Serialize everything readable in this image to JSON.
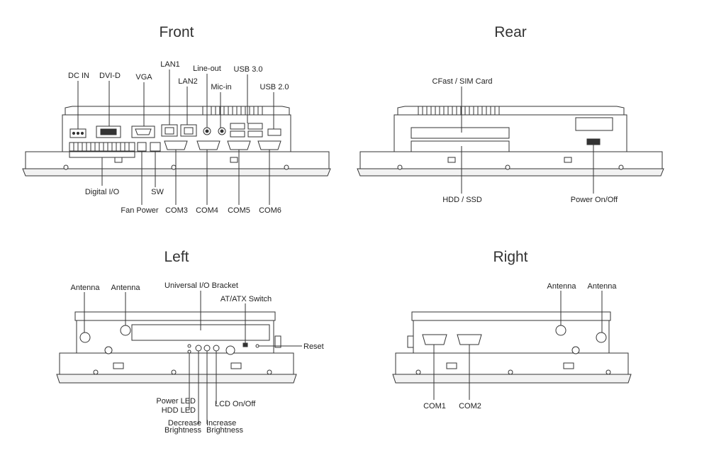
{
  "views": {
    "front": {
      "title": "Front",
      "labels": {
        "dc_in": "DC IN",
        "dvi_d": "DVI-D",
        "vga": "VGA",
        "lan1": "LAN1",
        "lan2": "LAN2",
        "line_out": "Line-out",
        "mic_in": "Mic-in",
        "usb3": "USB 3.0",
        "usb2": "USB 2.0",
        "digital_io": "Digital I/O",
        "fan_power": "Fan Power",
        "sw": "SW",
        "com3": "COM3",
        "com4": "COM4",
        "com5": "COM5",
        "com6": "COM6"
      }
    },
    "rear": {
      "title": "Rear",
      "labels": {
        "cfast_sim": "CFast / SIM Card",
        "hdd_ssd": "HDD / SSD",
        "power_onoff": "Power On/Off"
      }
    },
    "left": {
      "title": "Left",
      "labels": {
        "antenna_1": "Antenna",
        "antenna_2": "Antenna",
        "universal_io": "Universal I/O Bracket",
        "at_atx": "AT/ATX Switch",
        "reset": "Reset",
        "power_led": "Power LED",
        "hdd_led": "HDD LED",
        "decrease_1": "Decrease",
        "decrease_2": "Brightness",
        "increase_1": "Increase",
        "increase_2": "Brightness",
        "lcd_onoff": "LCD On/Off"
      }
    },
    "right": {
      "title": "Right",
      "labels": {
        "antenna_1": "Antenna",
        "antenna_2": "Antenna",
        "com1": "COM1",
        "com2": "COM2"
      }
    }
  }
}
